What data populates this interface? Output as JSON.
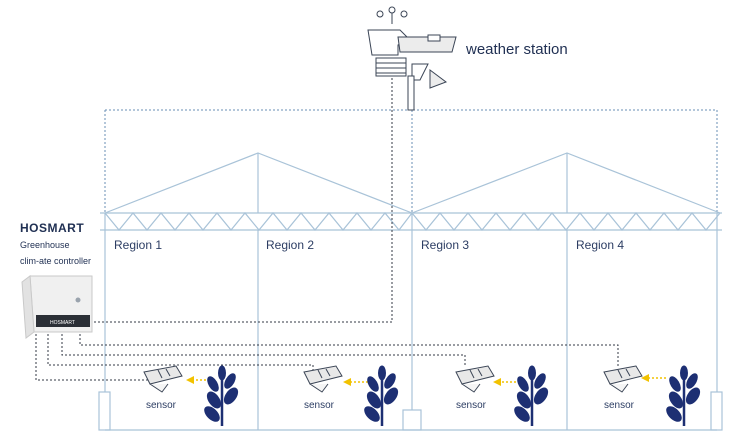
{
  "weather_station": {
    "label": "weather station"
  },
  "controller": {
    "brand": "HOSMART",
    "subtitle_line1": "Greenhouse",
    "subtitle_line2": "clim-ate controller",
    "panel_brand": "HOSMART"
  },
  "regions": [
    {
      "label": "Region 1"
    },
    {
      "label": "Region 2"
    },
    {
      "label": "Region 3"
    },
    {
      "label": "Region 4"
    }
  ],
  "sensors": [
    {
      "label": "sensor"
    },
    {
      "label": "sensor"
    },
    {
      "label": "sensor"
    },
    {
      "label": "sensor"
    }
  ],
  "colors": {
    "structure": "#a9c3d8",
    "wiring": "#333a46",
    "dotted_network": "#6a8fb5",
    "plant": "#1d2f73",
    "arrow": "#f2c200",
    "text": "#1f2f52"
  }
}
